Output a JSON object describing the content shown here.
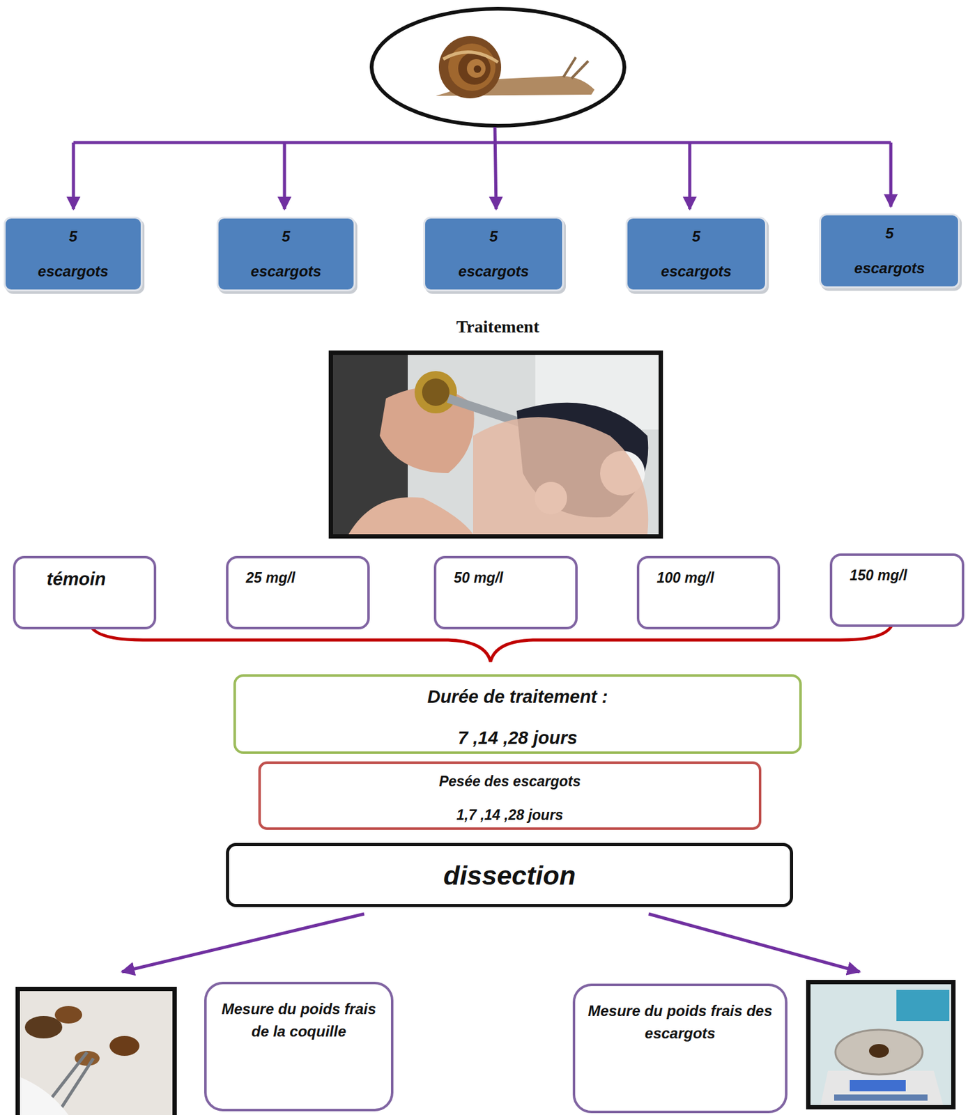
{
  "diagram": {
    "nodes": [
      {
        "text": [
          "5 escargots"
        ]
      },
      {
        "text": [
          "5 escargots"
        ]
      },
      {
        "text": [
          "5 escargots"
        ]
      },
      {
        "text": [
          "5 escargots"
        ]
      },
      {
        "text": [
          "5 escargots"
        ]
      },
      {
        "text": [
          "témoin"
        ]
      },
      {
        "text": [
          "25 mg/l"
        ]
      },
      {
        "text": [
          "50 mg/l"
        ]
      },
      {
        "text": [
          "100 mg/l"
        ]
      },
      {
        "text": [
          "150 mg/l"
        ]
      },
      {
        "text": [
          "Durée de traitement :",
          "7 ,14 ,28 jours"
        ]
      },
      {
        "text": [
          "Pesée des escargots",
          "1,7 ,14 ,28 jours"
        ]
      },
      {
        "text": [
          "dissection"
        ]
      },
      {
        "text": [
          "Mesure du poids frais de la coquille"
        ]
      },
      {
        "text": [
          "Mesure du poids frais des escargots"
        ]
      }
    ],
    "labels": [
      "Traitement"
    ]
  }
}
